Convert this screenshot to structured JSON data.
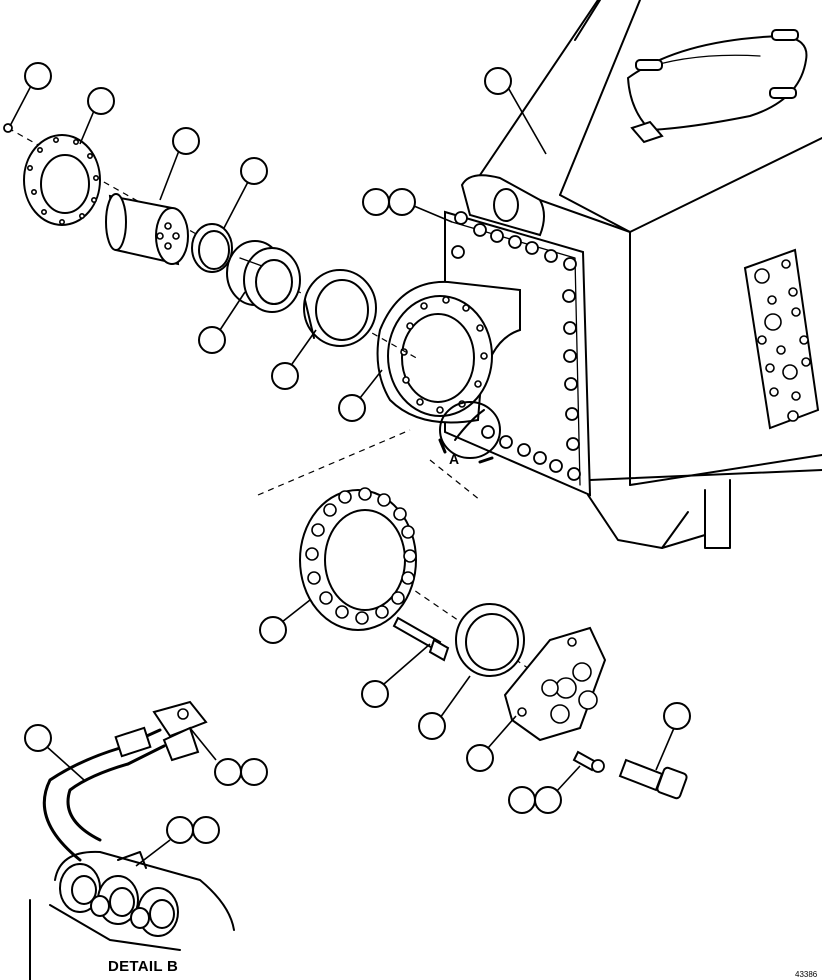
{
  "labels": {
    "detail": "DETAIL B",
    "view_arrow": "A",
    "drawing_number": "43386"
  }
}
